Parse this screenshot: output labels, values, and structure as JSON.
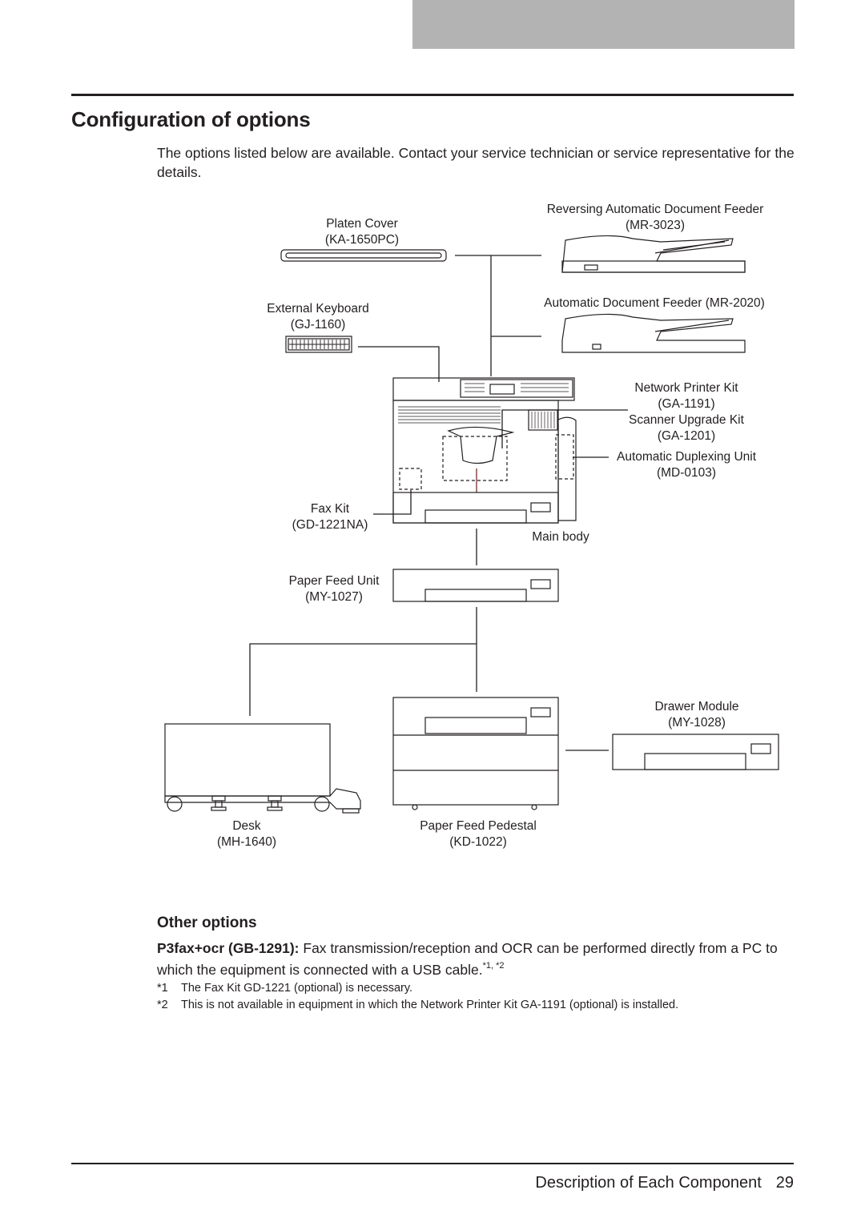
{
  "page": {
    "title": "Configuration of options",
    "intro": "The options listed below are available. Contact your service technician or service representative for the details."
  },
  "diagram": {
    "platen_cover": {
      "name": "Platen Cover",
      "model": "(KA-1650PC)"
    },
    "radf": {
      "name": "Reversing Automatic Document Feeder",
      "model": "(MR-3023)"
    },
    "keyboard": {
      "name": "External Keyboard",
      "model": "(GJ-1160)"
    },
    "adf": {
      "name": "Automatic Document Feeder",
      "model": "(MR-2020)"
    },
    "network_kit": {
      "name": "Network Printer Kit",
      "model": "(GA-1191)"
    },
    "scanner_kit": {
      "name": "Scanner Upgrade Kit",
      "model": "(GA-1201)"
    },
    "duplex": {
      "name": "Automatic Duplexing Unit",
      "model": "(MD-0103)"
    },
    "fax_kit": {
      "name": "Fax Kit",
      "model": "(GD-1221NA)"
    },
    "main_body": {
      "name": "Main body"
    },
    "paper_feed_unit": {
      "name": "Paper Feed Unit",
      "model": "(MY-1027)"
    },
    "drawer_module": {
      "name": "Drawer Module",
      "model": "(MY-1028)"
    },
    "desk": {
      "name": "Desk",
      "model": "(MH-1640)"
    },
    "pedestal": {
      "name": "Paper Feed Pedestal",
      "model": "(KD-1022)"
    }
  },
  "other_options": {
    "heading": "Other options",
    "item_name": "P3fax+ocr (GB-1291):",
    "item_text": " Fax transmission/reception and OCR can be performed directly from a PC to which the equipment is connected with a USB cable.",
    "item_refs": "*1, *2",
    "footnotes": [
      {
        "mark": "*1",
        "text": "The Fax Kit GD-1221 (optional) is necessary."
      },
      {
        "mark": "*2",
        "text": "This is not available in equipment in which the Network Printer Kit GA-1191 (optional) is installed."
      }
    ]
  },
  "footer": {
    "section": "Description of Each Component",
    "page_number": "29"
  }
}
